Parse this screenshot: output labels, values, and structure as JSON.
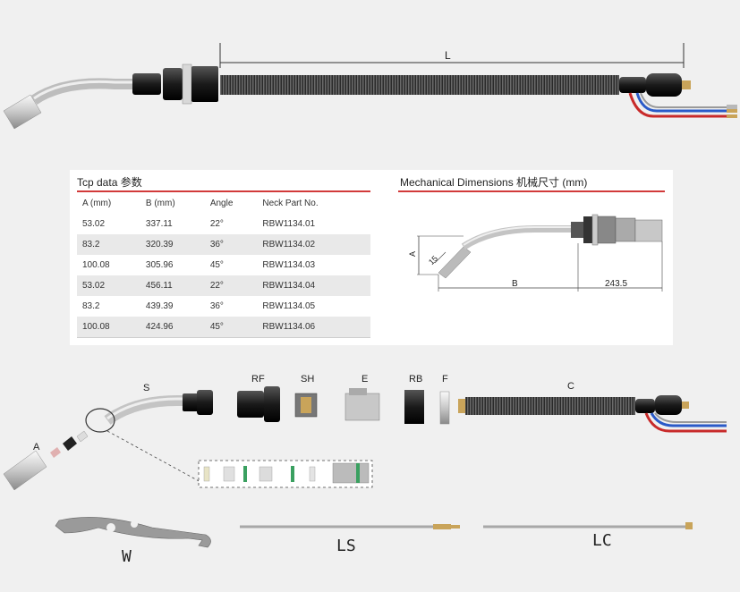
{
  "dimension_top": {
    "length_label": "L"
  },
  "tcp": {
    "title": "Tcp data 参数",
    "headers": [
      "A (mm)",
      "B (mm)",
      "Angle",
      "Neck Part No."
    ],
    "rows": [
      [
        "53.02",
        "337.11",
        "22°",
        "RBW1134.01"
      ],
      [
        "83.2",
        "320.39",
        "36°",
        "RBW1134.02"
      ],
      [
        "100.08",
        "305.96",
        "45°",
        "RBW1134.03"
      ],
      [
        "53.02",
        "456.11",
        "22°",
        "RBW1134.04"
      ],
      [
        "83.2",
        "439.39",
        "36°",
        "RBW1134.05"
      ],
      [
        "100.08",
        "424.96",
        "45°",
        "RBW1134.06"
      ]
    ]
  },
  "mech": {
    "title": "Mechanical Dimensions 机械尺寸 (mm)",
    "dim_a": "A",
    "dim_15": "15",
    "dim_b": "B",
    "dim_2435": "243.5"
  },
  "parts": {
    "s": "S",
    "rf": "RF",
    "sh": "SH",
    "e": "E",
    "rb": "RB",
    "f": "F",
    "c": "C",
    "a": "A",
    "w": "W",
    "ls": "LS",
    "lc": "LC"
  },
  "colors": {
    "accent_red": "#d23a3a",
    "cable_red": "#c82a2a",
    "cable_blue": "#2a5ac8"
  }
}
